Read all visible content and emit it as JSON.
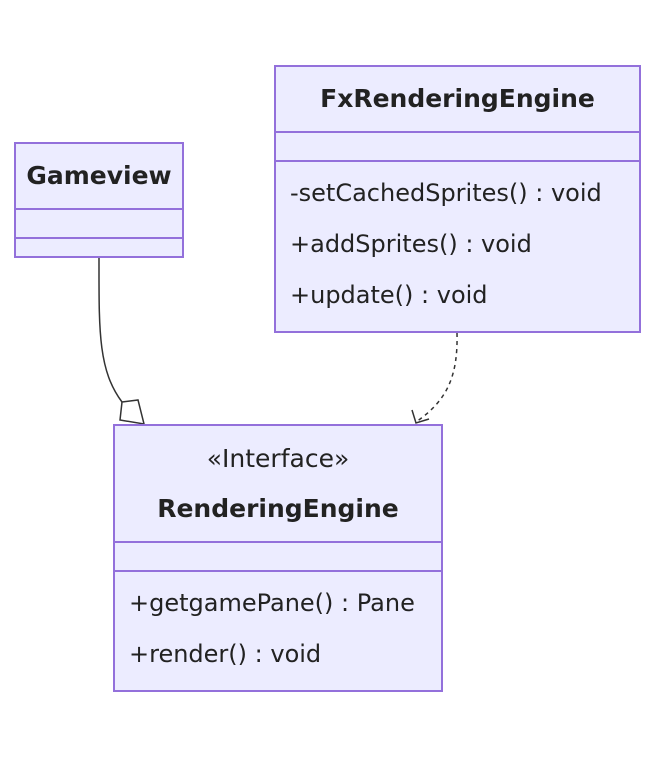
{
  "classes": {
    "gameview": {
      "name": "Gameview",
      "methods": []
    },
    "fx_rendering_engine": {
      "name": "FxRenderingEngine",
      "methods": [
        "-setCachedSprites() : void",
        "+addSprites() : void",
        "+update() : void"
      ]
    },
    "rendering_engine": {
      "stereotype": "«Interface»",
      "name": "RenderingEngine",
      "methods": [
        "+getgamePane() : Pane",
        "+render() : void"
      ]
    }
  },
  "relations": [
    {
      "from": "Gameview",
      "to": "RenderingEngine",
      "kind": "aggregation"
    },
    {
      "from": "FxRenderingEngine",
      "to": "RenderingEngine",
      "kind": "realization"
    }
  ],
  "colors": {
    "box_fill": "#ececff",
    "box_border": "#9370db",
    "line": "#333333",
    "text": "#222222"
  }
}
